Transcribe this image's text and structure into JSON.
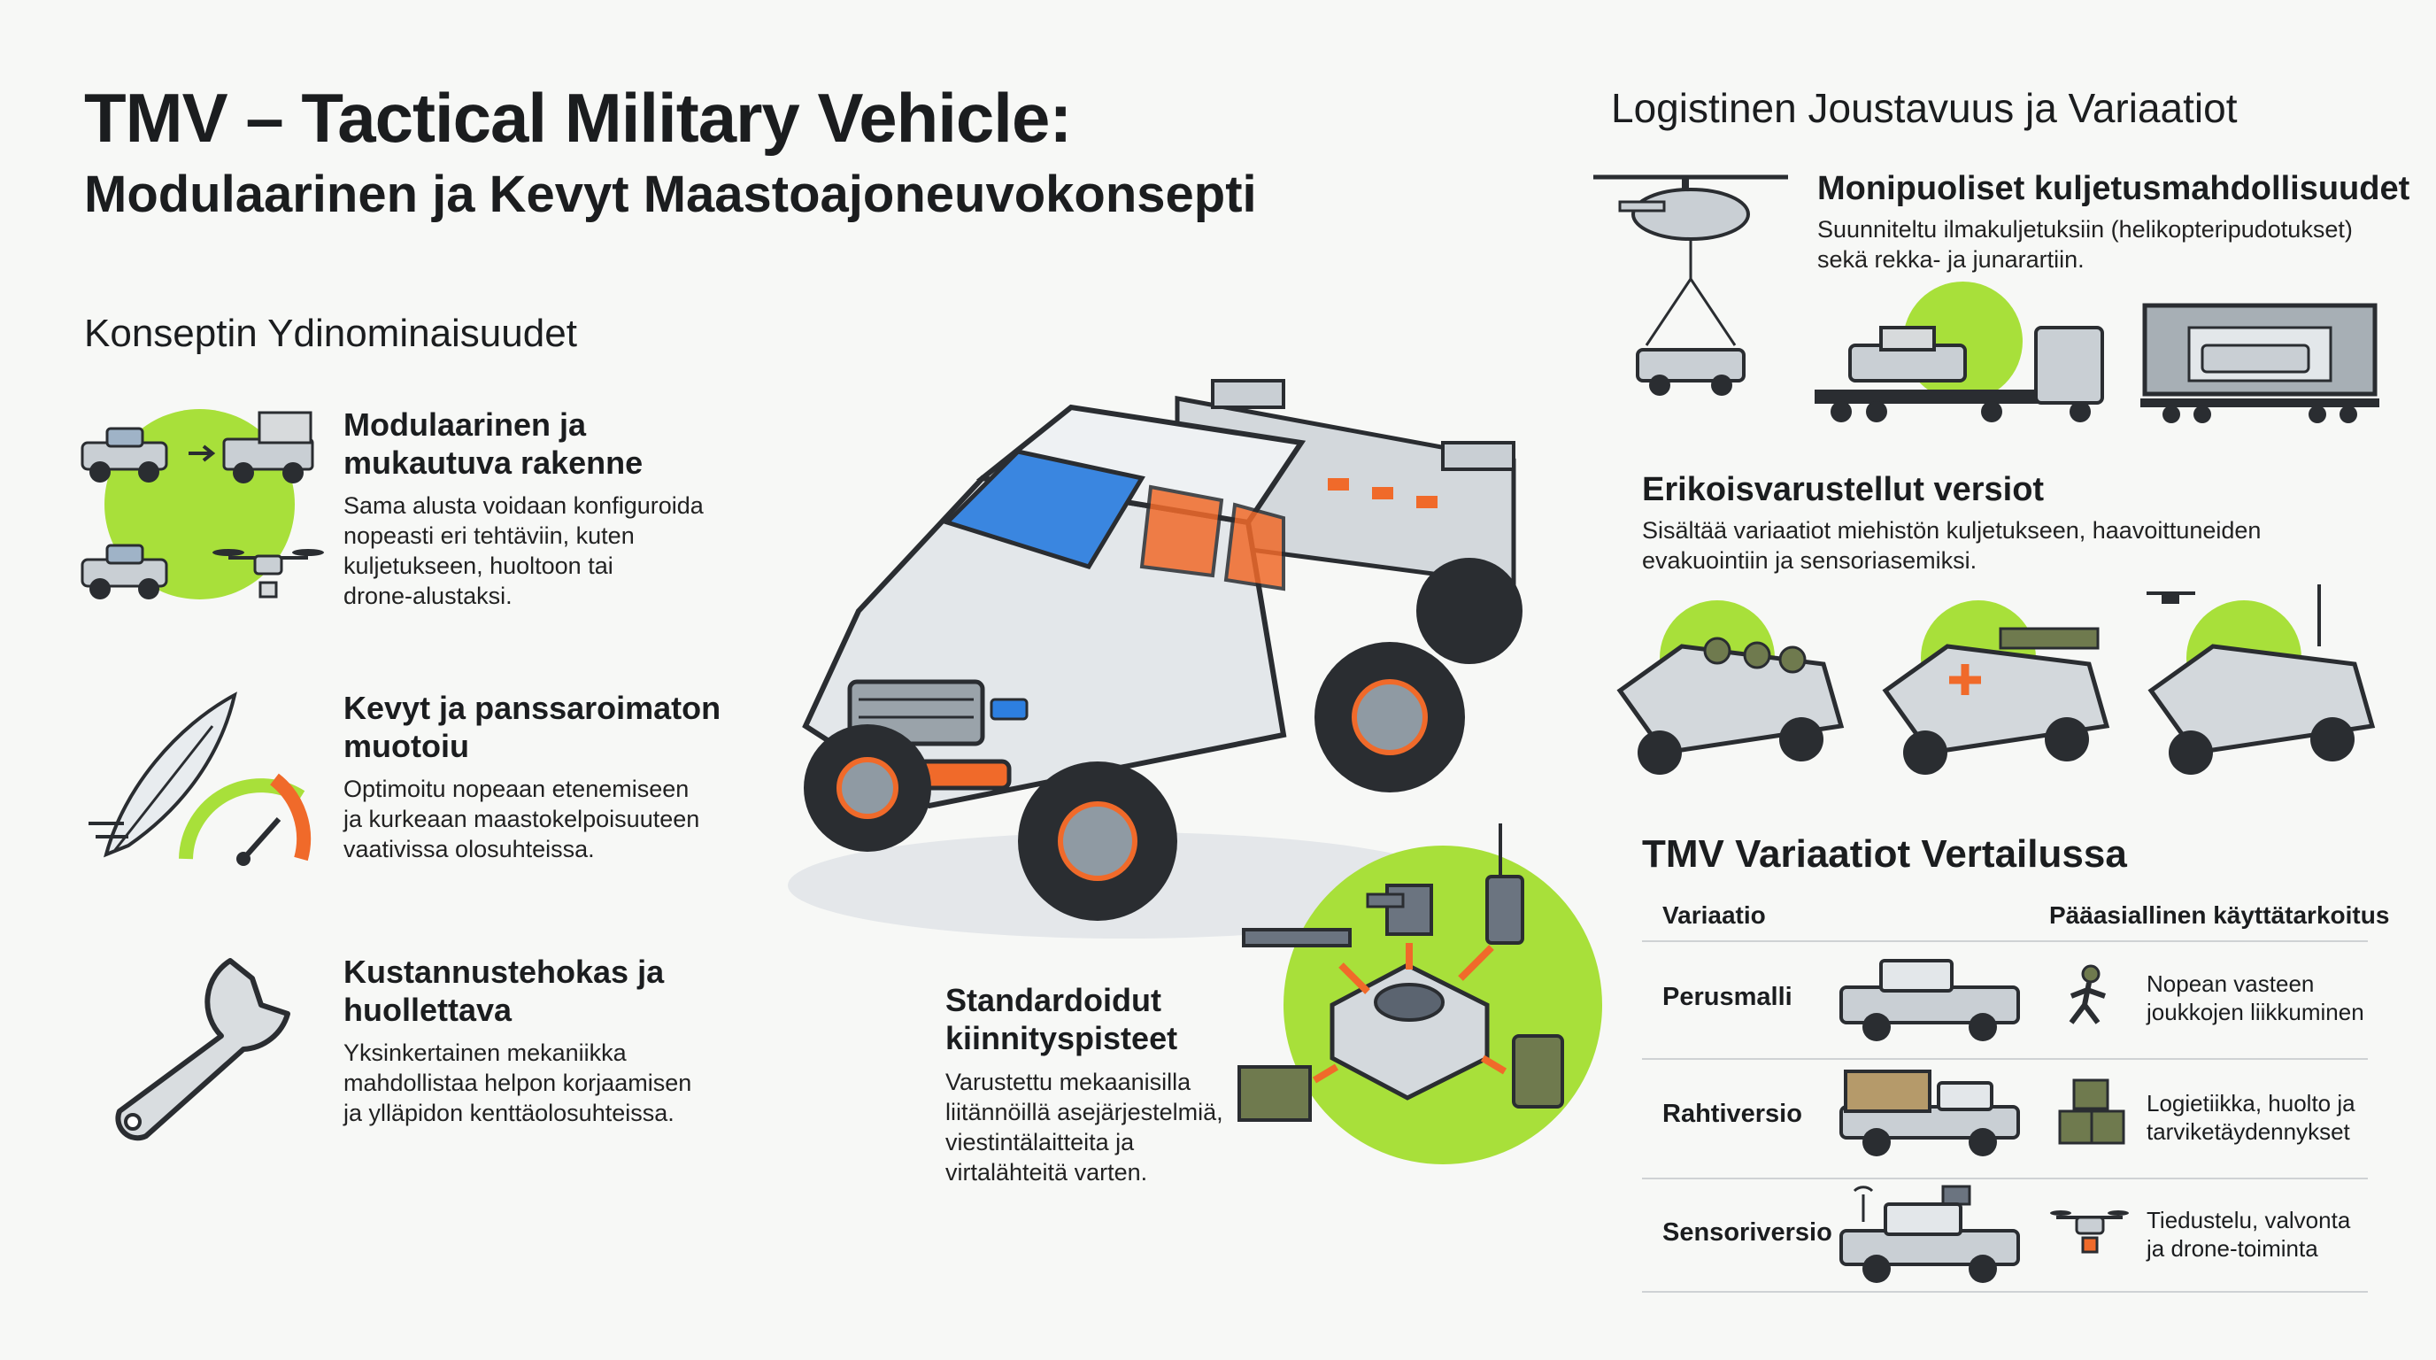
{
  "header": {
    "title": "TMV – Tactical Military Vehicle:",
    "subtitle": "Modulaarinen ja Kevyt Maastoajoneuvokonsepti"
  },
  "core": {
    "heading": "Konseptin Ydinominaisuudet",
    "features": [
      {
        "title_lines": [
          "Modulaarinen ja",
          "mukautuva rakenne"
        ],
        "body_lines": [
          "Sama alusta voidaan konfiguroida",
          "nopeasti eri tehtäviin, kuten",
          "kuljetukseen, huoltoon tai",
          "drone-alustaksi."
        ],
        "icon": "vehicle-configurations-icon"
      },
      {
        "title_lines": [
          "Kevyt ja panssaroimaton",
          "muotoiu"
        ],
        "body_lines": [
          "Optimoitu nopeaan etenemiseen",
          "ja kurkeaan maastokelpoisuuteen",
          "vaativissa olosuhteissa."
        ],
        "icon": "feather-speedometer-icon"
      },
      {
        "title_lines": [
          "Kustannustehokas ja",
          "huollettava"
        ],
        "body_lines": [
          "Yksinkertainen mekaniikka",
          "mahdollistaa helpon korjaamisen",
          "ja ylläpidon kenttäolosuhteissa."
        ],
        "icon": "wrench-icon"
      }
    ]
  },
  "mounting": {
    "title_lines": [
      "Standardoidut",
      "kiinnityspisteet"
    ],
    "body_lines": [
      "Varustettu mekaanisilla",
      "liitännöillä asejärjestelmiä,",
      "viestintälaitteita ja",
      "virtalähteitä varten."
    ]
  },
  "logistics": {
    "heading": "Logistinen Joustavuus ja Variaatiot",
    "transport_title": "Monipuoliset kuljetusmahdollisuudet",
    "transport_body_lines": [
      "Suunniteltu ilmakuljetuksiin (helikopteripudotukset)",
      "sekä rekka- ja junarartiin."
    ],
    "special_title": "Erikoisvarustellut versiot",
    "special_body_lines": [
      "Sisältää variaatiot miehistön kuljetukseen, haavoittuneiden",
      "evakuointiin ja sensoriasemiksi."
    ]
  },
  "comparison": {
    "heading": "TMV Variaatiot Vertailussa",
    "col_variant": "Variaatio",
    "col_purpose": "Pääasiallinen käyttätarkoitus",
    "rows": [
      {
        "label": "Perusmalli",
        "desc_lines": [
          "Nopean vasteen",
          "joukkojen liikkuminen"
        ],
        "icon": "running-soldier-icon"
      },
      {
        "label": "Rahtiversio",
        "desc_lines": [
          "Logietiikka, huolto ja",
          "tarviketäydennykset"
        ],
        "icon": "supply-crates-icon"
      },
      {
        "label": "Sensoriversio",
        "desc_lines": [
          "Tiedustelu, valvonta",
          "ja drone-toiminta"
        ],
        "icon": "drone-icon"
      }
    ]
  },
  "colors": {
    "accent_green": "#a8e03a",
    "accent_orange": "#f06a2a",
    "accent_blue": "#2d7fe0",
    "vehicle_grey": "#c9cfd4"
  }
}
